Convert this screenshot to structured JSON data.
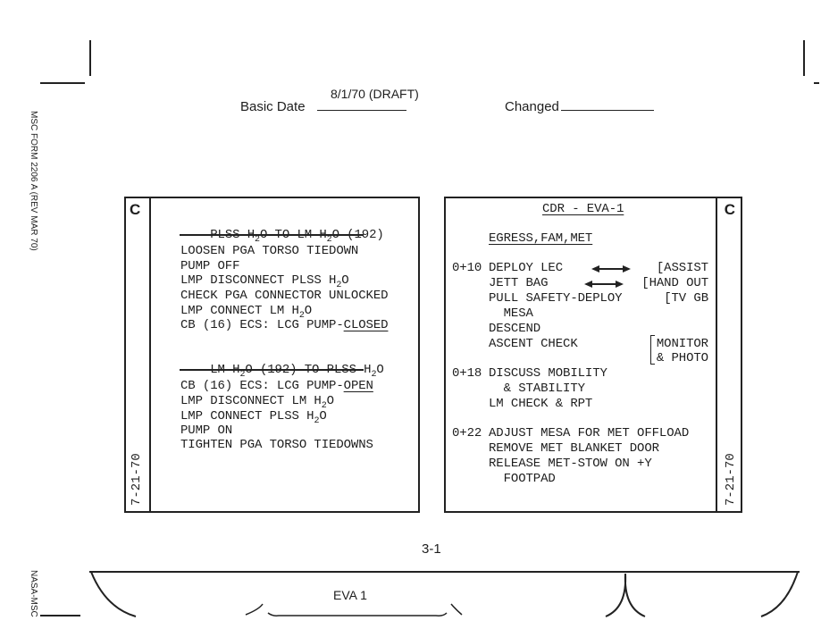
{
  "header": {
    "basic_date_label": "Basic Date",
    "basic_date_value": "8/1/70 (DRAFT)",
    "changed_label": "Changed"
  },
  "margin": {
    "form_id": "MSC FORM 2206 A (REV MAR 70)",
    "org": "NASA-MSC"
  },
  "left_card": {
    "rev_letter": "C",
    "date": "7-21-70",
    "section1": {
      "title": [
        "PLSS H",
        "2",
        "O TO LM H",
        "2",
        "O (192)"
      ],
      "lines": [
        "LOOSEN PGA TORSO TIEDOWN",
        "PUMP OFF",
        [
          "LMP DISCONNECT PLSS H",
          "2",
          "O"
        ],
        "CHECK PGA CONNECTOR UNLOCKED",
        [
          "LMP CONNECT LM H",
          "2",
          "O"
        ],
        [
          "CB (16) ECS: LCG PUMP-",
          "CLOSED"
        ]
      ]
    },
    "section2": {
      "title": [
        "LM H",
        "2",
        "O (192) TO PLSS H",
        "2",
        "O"
      ],
      "lines": [
        [
          "CB (16) ECS: LCG PUMP-",
          "OPEN"
        ],
        [
          "LMP DISCONNECT LM H",
          "2",
          "O"
        ],
        [
          "LMP CONNECT PLSS H",
          "2",
          "O"
        ],
        "PUMP ON",
        "TIGHTEN PGA TORSO TIEDOWNS"
      ]
    }
  },
  "right_card": {
    "rev_letter": "C",
    "date": "7-21-70",
    "title": "CDR - EVA-1",
    "section_title": "EGRESS,FAM,MET",
    "lines": [
      {
        "time": "0+10",
        "text": "DEPLOY LEC",
        "note": "[ASSIST",
        "arrow": true
      },
      {
        "time": "",
        "text": "JETT BAG",
        "note": "[HAND OUT",
        "arrow": true
      },
      {
        "time": "",
        "text": "PULL SAFETY-DEPLOY",
        "note": "[TV GB"
      },
      {
        "time": "",
        "text": "  MESA"
      },
      {
        "time": "",
        "text": "DESCEND"
      },
      {
        "time": "",
        "text": "ASCENT CHECK",
        "note": "MONITOR"
      },
      {
        "time": "",
        "text": "",
        "note": "& PHOTO"
      },
      {
        "time": "0+18",
        "text": "DISCUSS MOBILITY"
      },
      {
        "time": "",
        "text": "  & STABILITY"
      },
      {
        "time": "",
        "text": "LM CHECK & RPT"
      },
      {
        "time": "0+22",
        "text": "ADJUST MESA FOR MET OFFLOAD"
      },
      {
        "time": "",
        "text": "REMOVE MET BLANKET DOOR"
      },
      {
        "time": "",
        "text": "RELEASE MET-STOW ON +Y"
      },
      {
        "time": "",
        "text": "  FOOTPAD"
      }
    ]
  },
  "footer": {
    "page_number": "3-1",
    "tab_label": "EVA 1"
  }
}
